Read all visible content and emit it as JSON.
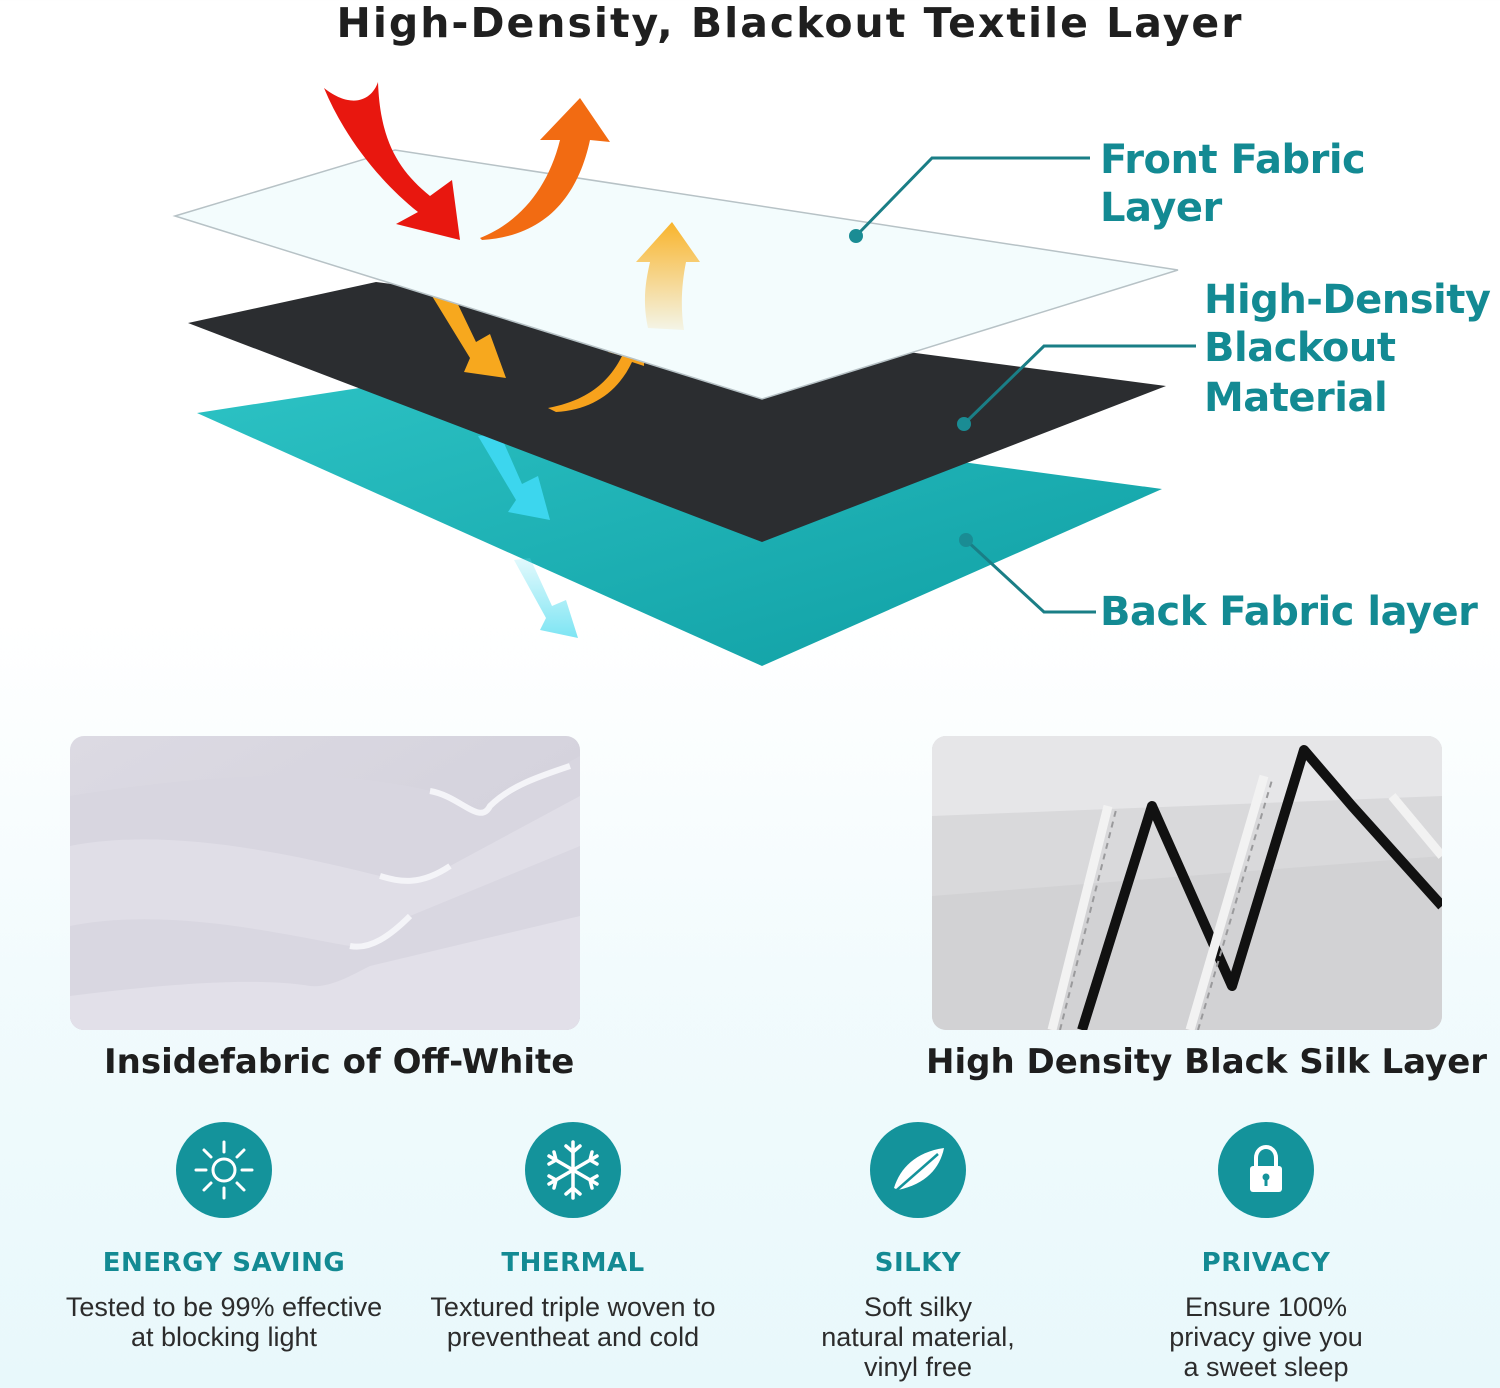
{
  "title": "High-Density, Blackout Textile Layer",
  "callouts": {
    "front": "Front Fabric Layer",
    "middle_line1": "High-Density",
    "middle_line2": "Blackout",
    "middle_line3": "Material",
    "back": "Back Fabric layer"
  },
  "photos": {
    "left_caption": "Insidefabric of Off-White",
    "right_caption": "High Density Black Silk Layer"
  },
  "features": [
    {
      "icon": "sun-icon",
      "title": "ENERGY SAVING",
      "desc": "Tested to be 99% effective\nat blocking light"
    },
    {
      "icon": "snowflake-icon",
      "title": "THERMAL",
      "desc": "Textured triple woven to\npreventheat and cold"
    },
    {
      "icon": "feather-icon",
      "title": "SILKY",
      "desc": "Soft silky\nnatural material,\nvinyl free"
    },
    {
      "icon": "lock-icon",
      "title": "PRIVACY",
      "desc": "Ensure 100%\nprivacy give you\na sweet sleep"
    }
  ],
  "colors": {
    "accent": "#14939b",
    "front_layer": "#f3fcfd",
    "middle_layer": "#2b2d30",
    "back_layer": "#1fb0b3",
    "arrow_red": "#e8170f",
    "arrow_orange": "#f26b12",
    "arrow_amber": "#f7a81e",
    "arrow_cyan": "#33d3ec"
  }
}
